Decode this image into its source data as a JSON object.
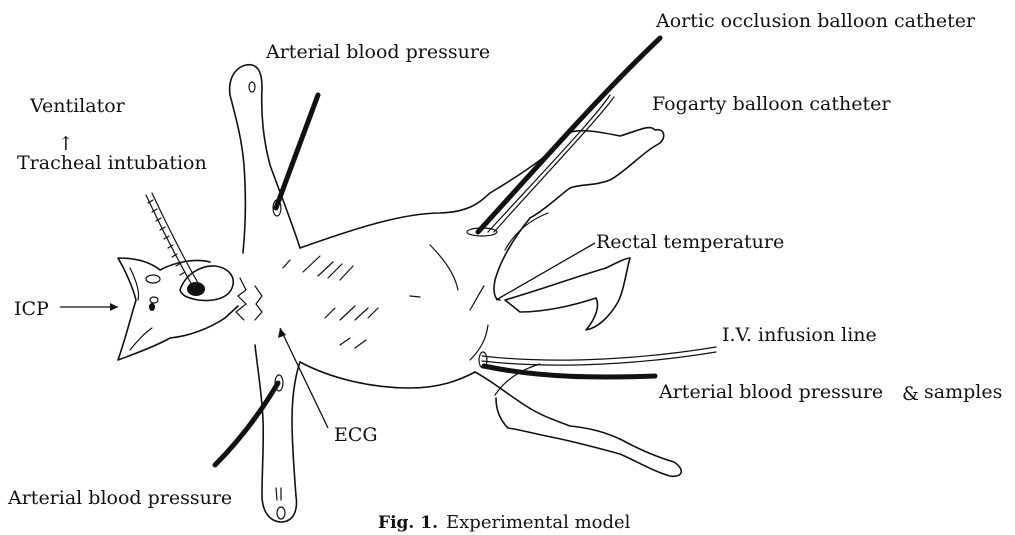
{
  "labels": {
    "ventilator": "Ventilator",
    "tracheal_intubation": "Tracheal intubation",
    "icp": "ICP",
    "arterial_bp_top": "Arterial blood pressure",
    "arterial_bp_bottom": "Arterial blood pressure",
    "aortic_catheter": "Aortic occlusion balloon catheter",
    "fogarty_catheter": "Fogarty balloon catheter",
    "rectal_temperature": "Rectal temperature",
    "iv_infusion": "I.V. infusion line",
    "arterial_bp_samples": "Arterial blood pressure",
    "samples_amp": "&",
    "samples": "samples",
    "ecg": "ECG"
  },
  "caption": {
    "number": "Fig. 1.",
    "title": "Experimental model"
  },
  "arrow_glyph": "↑"
}
